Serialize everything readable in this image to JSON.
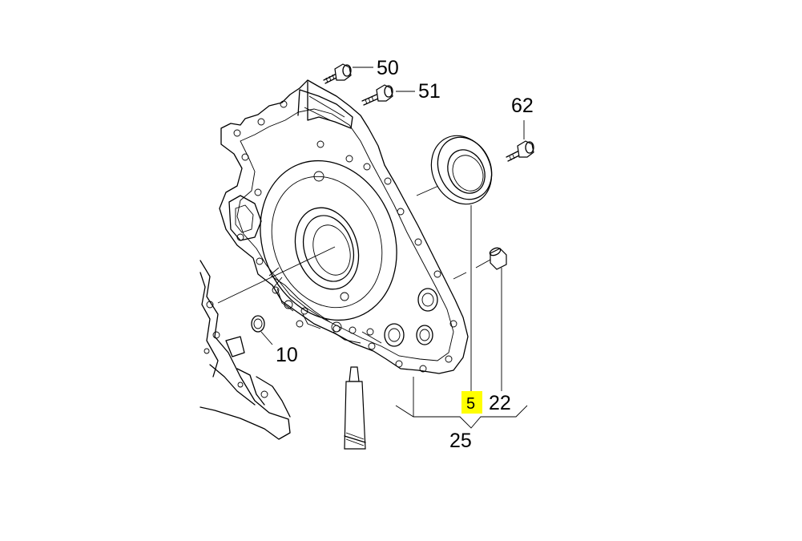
{
  "diagram": {
    "highlight_color": "#ffff00",
    "callouts": [
      {
        "id": "50",
        "label": "50",
        "part": "bolt"
      },
      {
        "id": "51",
        "label": "51",
        "part": "bolt"
      },
      {
        "id": "62",
        "label": "62",
        "part": "bolt"
      },
      {
        "id": "10",
        "label": "10",
        "part": "o-ring"
      },
      {
        "id": "5",
        "label": "5",
        "part": "oil-seal",
        "highlighted": true
      },
      {
        "id": "22",
        "label": "22",
        "part": "dowel-sleeve"
      },
      {
        "id": "25",
        "label": "25",
        "part": "sealing-flange-assembly"
      }
    ]
  }
}
